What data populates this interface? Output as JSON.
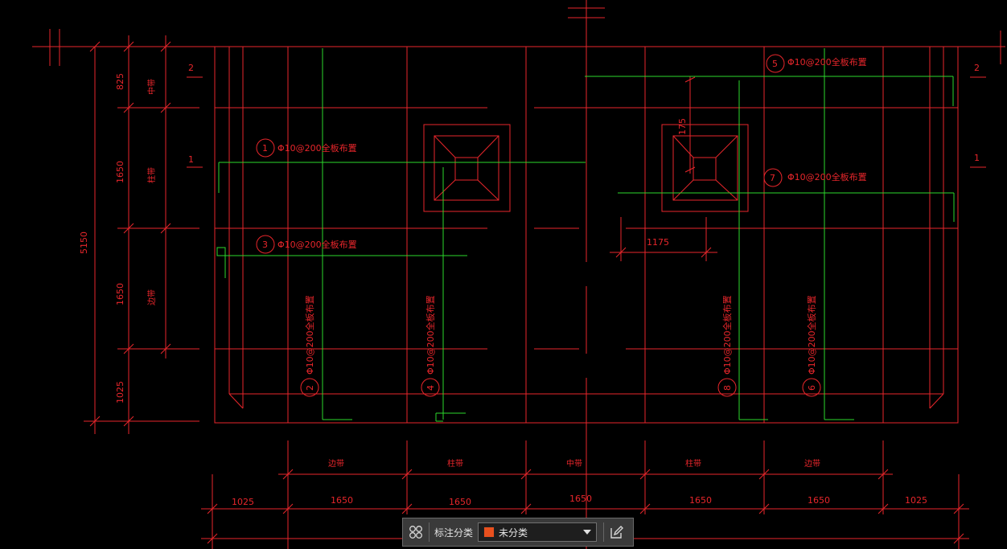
{
  "colors": {
    "line": "#e8262b",
    "rebar": "#2bd82b",
    "background": "#000000",
    "category_swatch": "#e8501e"
  },
  "drawing": {
    "rebar_note": "Φ10@200全板布置",
    "axis_left_top": "2",
    "axis_left_bottom": "1",
    "axis_right_top": "2",
    "axis_right_bottom": "1",
    "dim_total_left": "5150",
    "dim_825": "825",
    "dim_1650_a": "1650",
    "dim_1650_b": "1650",
    "dim_1025": "1025",
    "strip_mid": "中带",
    "strip_col": "柱带",
    "strip_edge": "边带",
    "dim_1175": "1175",
    "dim_175": "175",
    "bottom_strips": [
      "边带",
      "柱带",
      "中带",
      "柱带",
      "边带"
    ],
    "bottom_dims": [
      "1025",
      "1650",
      "1650",
      "1650",
      "1650",
      "1650",
      "1025"
    ],
    "labels": {
      "n1": "1",
      "n2": "2",
      "n3": "3",
      "n4": "4",
      "n5": "5",
      "n6": "6",
      "n7": "7",
      "n8": "8"
    }
  },
  "toolbar": {
    "label": "标注分类",
    "selected_category": "未分类"
  }
}
